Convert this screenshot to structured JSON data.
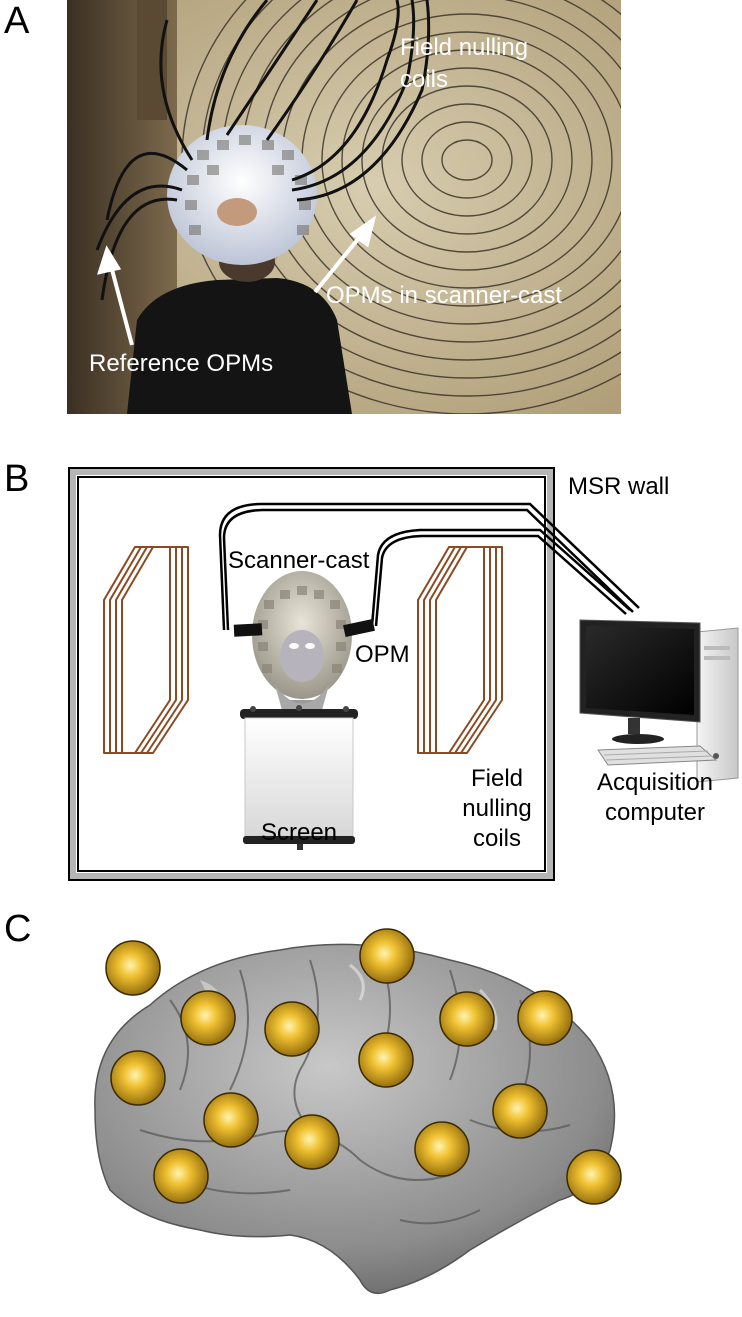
{
  "panels": {
    "a": {
      "letter": "A",
      "labels": {
        "field_nulling_line1": "Field nulling",
        "field_nulling_line2": "coils",
        "opms_cast": "OPMs in scanner-cast",
        "reference_opms": "Reference OPMs"
      }
    },
    "b": {
      "letter": "B",
      "labels": {
        "msr_wall": "MSR wall",
        "scanner_cast": "Scanner-cast",
        "opm": "OPM",
        "screen": "Screen",
        "field_line1": "Field",
        "field_line2": "nulling",
        "field_line3": "coils",
        "acq_line1": "Acquisition",
        "acq_line2": "computer"
      }
    },
    "c": {
      "letter": "C"
    }
  },
  "colors": {
    "coil": "#8b4a22",
    "sensor_gold": "#d9a41a",
    "brain": "#9a9a9a",
    "wall_gray": "#b5b5b5",
    "photo_wall": "#cdbf9f"
  }
}
